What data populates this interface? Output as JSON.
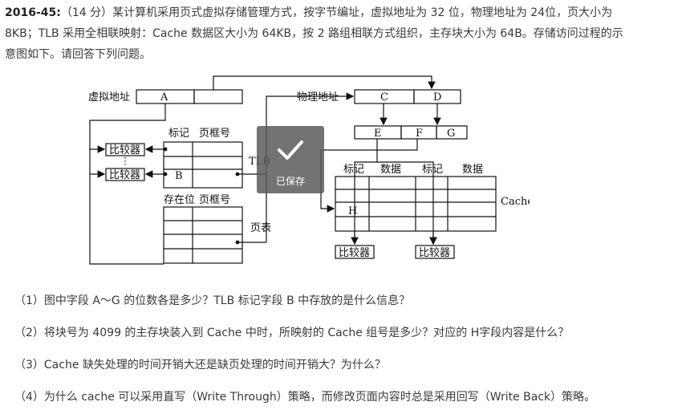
{
  "problem": {
    "id": "2016-45:",
    "points": "（14 分）",
    "line1": "某计算机采用页式虚拟存储管理方式，按字节编址，虚拟地址为 32 位，物理地址为 24位，页大小为",
    "line2": "8KB；TLB 采用全相联映射：Cache 数据区大小为 64KB，按 2 路组相联方式组织，主存块大小为 64B。存储访问过程的示",
    "line3": "意图如下。请回答下列问题。"
  },
  "figure": {
    "virtual_address": "虚拟地址",
    "field_a": "A",
    "physical_address": "物理地址",
    "field_c": "C",
    "field_d": "D",
    "field_e": "E",
    "field_f": "F",
    "field_g": "G",
    "tag": "标记",
    "page_frame": "页框号",
    "comparator": "比较器",
    "field_b": "B",
    "tlb": "TLB",
    "present_bit": "存在位",
    "page_table": "页表",
    "data": "数据",
    "cache": "Cache",
    "field_h": "H"
  },
  "overlay": {
    "label": "已保存"
  },
  "questions": [
    "（1）图中字段 A～G 的位数各是多少？TLB 标记字段 B 中存放的是什么信息？",
    "（2）将块号为 4099 的主存块装入到 Cache 中时，所映射的 Cache 组号是多少？对应的 H字段内容是什么？",
    "（3）Cache 缺失处理的时间开销大还是缺页处理的时间开销大？为什么？",
    "（4）为什么 cache 可以采用直写（Write Through）策略，而修改页面内容时总是采用回写（Write Back）策略。"
  ]
}
